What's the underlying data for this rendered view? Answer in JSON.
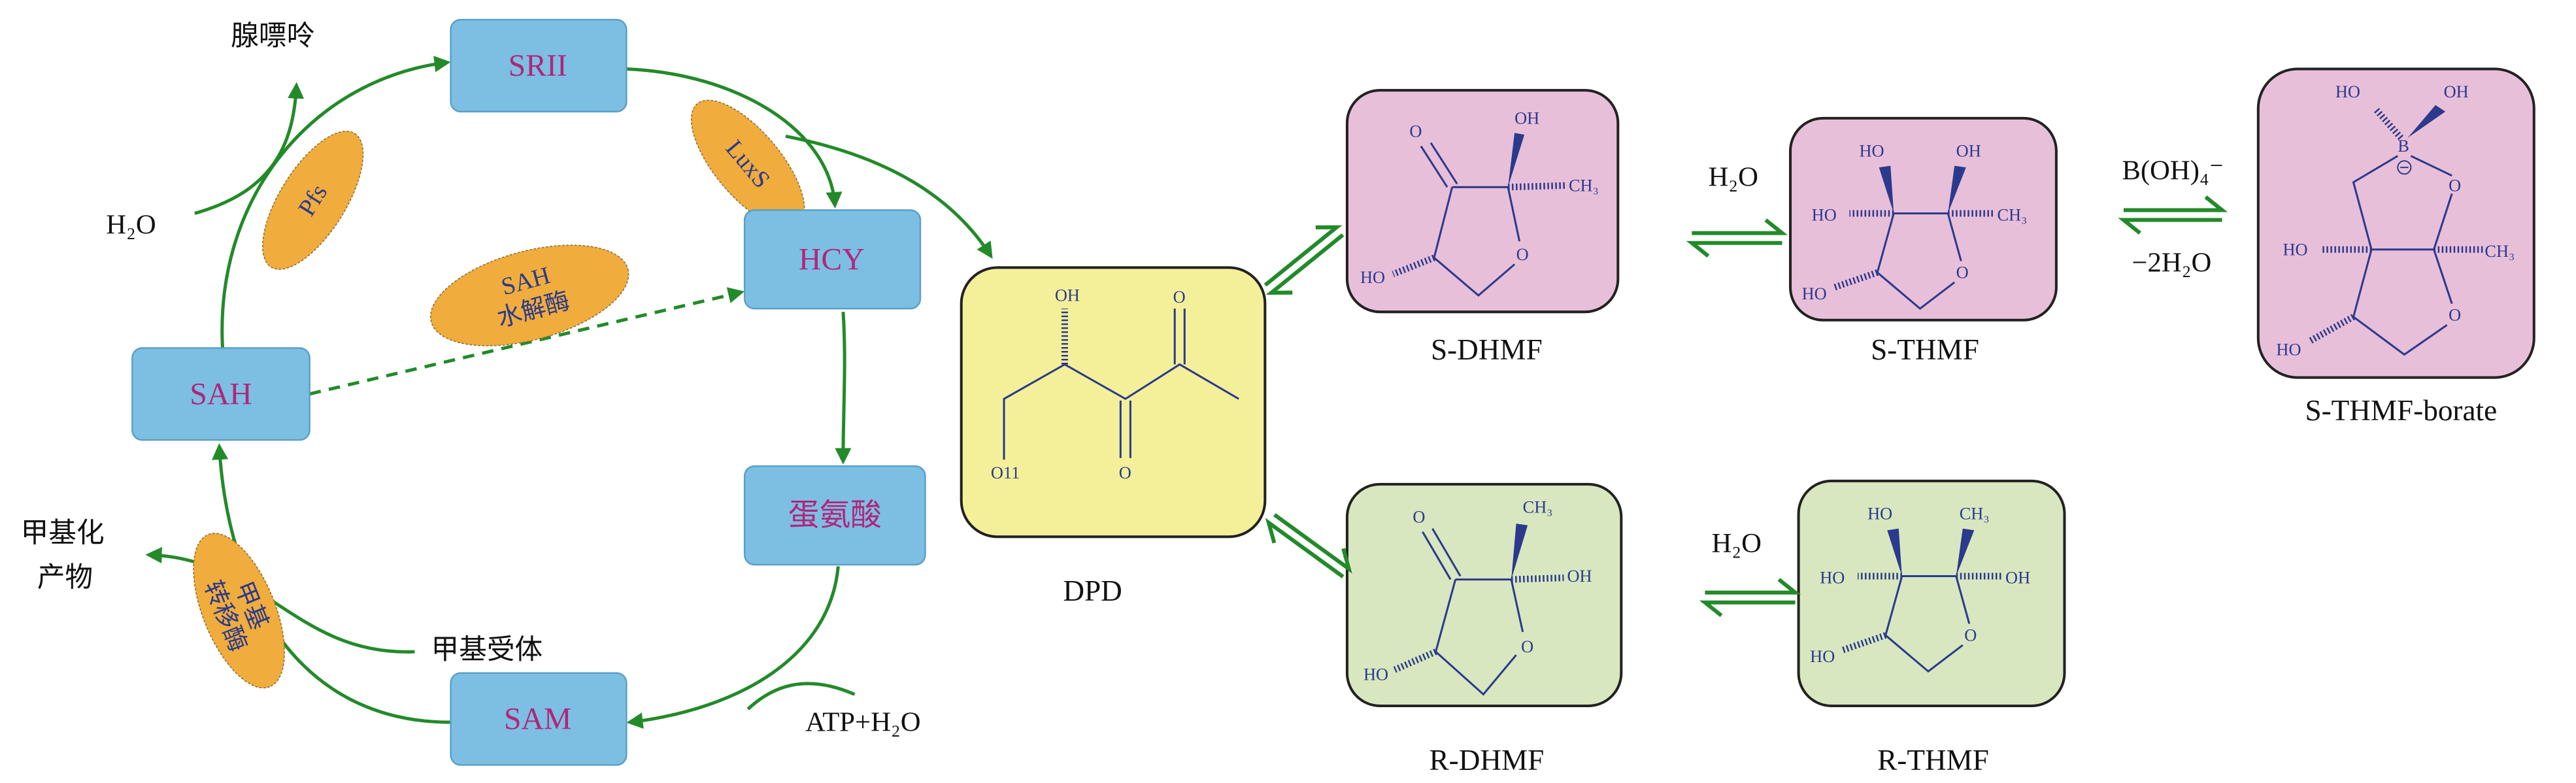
{
  "cycle": {
    "nodes": {
      "srii": "SRII",
      "hcy": "HCY",
      "methionine": "蛋氨酸",
      "sam": "SAM",
      "sah": "SAH"
    },
    "enzymes": {
      "pfs": "Pfs",
      "luxs": "LuxS",
      "sah_hydrolase_line1": "SAH",
      "sah_hydrolase_line2": "水解酶",
      "methyltransferase_line1": "甲基",
      "methyltransferase_line2": "转移酶"
    },
    "labels": {
      "adenine": "腺嘌呤",
      "h2o": "H₂O",
      "methylated_product_line1": "甲基化",
      "methylated_product_line2": "产物",
      "methyl_acceptor": "甲基受体",
      "atp_h2o": "ATP+H₂O"
    }
  },
  "molecules": {
    "dpd": {
      "name": "DPD",
      "atoms": {
        "oh": "OH",
        "o_top": "O",
        "o_bottom": "O",
        "o11": "O11"
      }
    },
    "s_dhmf": {
      "name": "S-DHMF",
      "atoms": {
        "o_keto": "O",
        "oh": "OH",
        "ch3": "CH₃",
        "o_ring": "O",
        "ho": "HO"
      }
    },
    "s_thmf": {
      "name": "S-THMF",
      "atoms": {
        "ho_top": "HO",
        "oh_top": "OH",
        "ho_mid": "HO",
        "ch3": "CH₃",
        "o_ring": "O",
        "ho_bottom": "HO"
      }
    },
    "s_thmf_borate": {
      "name": "S-THMF-borate",
      "atoms": {
        "ho_top": "HO",
        "oh_top": "OH",
        "boron": "B",
        "o_upper": "O",
        "ho_mid": "HO",
        "ch3": "CH₃",
        "o_ring": "O",
        "ho_bottom": "HO"
      }
    },
    "r_dhmf": {
      "name": "R-DHMF",
      "atoms": {
        "o_keto": "O",
        "ch3": "CH₃",
        "oh": "OH",
        "o_ring": "O",
        "ho": "HO"
      }
    },
    "r_thmf": {
      "name": "R-THMF",
      "atoms": {
        "ho_top": "HO",
        "ch3_top": "CH₃",
        "ho_mid": "HO",
        "oh_mid": "OH",
        "o_ring": "O",
        "ho_bottom": "HO"
      }
    }
  },
  "reactions": {
    "s_dhmf_to_s_thmf": "H₂O",
    "s_thmf_to_borate_top": "B(OH)₄⁻",
    "s_thmf_to_borate_bottom": "−2H₂O",
    "r_dhmf_to_r_thmf": "H₂O"
  },
  "colors": {
    "node_fill": "#7dbfe3",
    "node_text": "#b0267c",
    "enzyme_fill": "#f0ac3c",
    "arrow": "#238a2a",
    "dpd_fill": "#f4f09a",
    "s_fill": "#e8bfd9",
    "r_fill": "#d8e7bf",
    "structure": "#2b3a8c"
  }
}
